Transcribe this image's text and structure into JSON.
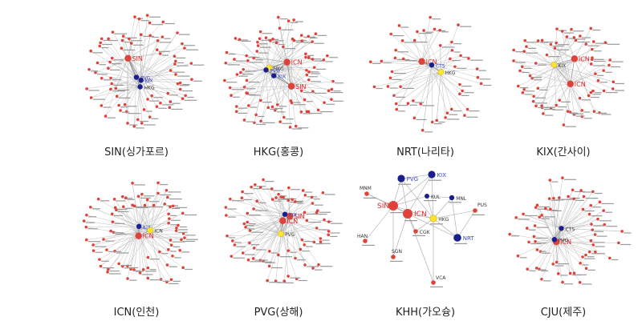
{
  "colors": {
    "edge": "#b9b9b9",
    "node_red": "#e0413a",
    "node_blue": "#1a1f8f",
    "node_yellow": "#ffe52c",
    "label_red": "#e3262a",
    "label_blue": "#3a46c8"
  },
  "panels": [
    {
      "caption": "SIN(싱가포르)",
      "hubs": [
        {
          "code": "SIN",
          "color": "red",
          "tag": "red"
        },
        {
          "code": "PVG",
          "color": "blue",
          "tag": "blue"
        },
        {
          "code": "HKG",
          "color": "blue",
          "tag": ""
        },
        {
          "code": "KIX",
          "color": "blue",
          "tag": "blue"
        }
      ]
    },
    {
      "caption": "HKG(홍콩)",
      "hubs": [
        {
          "code": "SIN",
          "color": "red",
          "tag": "red"
        },
        {
          "code": "ICN",
          "color": "red",
          "tag": "red"
        },
        {
          "code": "HKG",
          "color": "yellow",
          "tag": ""
        },
        {
          "code": "PVG",
          "color": "blue",
          "tag": "blue"
        },
        {
          "code": "KIX",
          "color": "blue",
          "tag": "blue"
        }
      ]
    },
    {
      "caption": "NRT(나리타)",
      "hubs": [
        {
          "code": "ICN",
          "color": "red",
          "tag": "red"
        },
        {
          "code": "HKG",
          "color": "yellow",
          "tag": ""
        },
        {
          "code": "CTS",
          "color": "blue",
          "tag": "blue"
        }
      ]
    },
    {
      "caption": "KIX(간사이)",
      "hubs": [
        {
          "code": "ICN",
          "color": "red",
          "tag": "red"
        },
        {
          "code": "ICN",
          "color": "red",
          "tag": "red"
        },
        {
          "code": "KIX",
          "color": "yellow",
          "tag": ""
        }
      ]
    },
    {
      "caption": "ICN(인천)",
      "hubs": [
        {
          "code": "ICN",
          "color": "red",
          "tag": "red"
        },
        {
          "code": "KIX",
          "color": "blue",
          "tag": "blue"
        },
        {
          "code": "ICN",
          "color": "yellow",
          "tag": ""
        }
      ]
    },
    {
      "caption": "PVG(상해)",
      "hubs": [
        {
          "code": "SIN",
          "color": "red",
          "tag": "red"
        },
        {
          "code": "ICN",
          "color": "red",
          "tag": "red"
        },
        {
          "code": "PVG",
          "color": "yellow",
          "tag": ""
        },
        {
          "code": "KIX",
          "color": "blue",
          "tag": "blue"
        }
      ]
    },
    {
      "caption": "KHH(가오슝)",
      "hubs": [
        {
          "code": "SIN",
          "color": "red",
          "tag": "red"
        },
        {
          "code": "ICN",
          "color": "red",
          "tag": "red"
        },
        {
          "code": "PVG",
          "color": "blue",
          "tag": "blue"
        },
        {
          "code": "KIX",
          "color": "blue",
          "tag": "blue"
        },
        {
          "code": "NRT",
          "color": "blue",
          "tag": "blue"
        },
        {
          "code": "HKG",
          "color": "yellow",
          "tag": ""
        },
        {
          "code": "MNL",
          "color": "blue",
          "tag": ""
        },
        {
          "code": "KUL",
          "color": "blue",
          "tag": ""
        },
        {
          "code": "MNM",
          "color": "redsmall",
          "tag": ""
        },
        {
          "code": "HAN",
          "color": "redsmall",
          "tag": ""
        },
        {
          "code": "SGN",
          "color": "redsmall",
          "tag": ""
        },
        {
          "code": "VCA",
          "color": "redsmall",
          "tag": ""
        },
        {
          "code": "PUS",
          "color": "redsmall",
          "tag": ""
        },
        {
          "code": "CGK",
          "color": "redsmall",
          "tag": ""
        }
      ]
    },
    {
      "caption": "CJU(제주)",
      "hubs": [
        {
          "code": "ICN",
          "color": "red",
          "tag": "red"
        },
        {
          "code": "PVG",
          "color": "blue",
          "tag": ""
        },
        {
          "code": "CTS",
          "color": "blue",
          "tag": ""
        }
      ]
    }
  ]
}
